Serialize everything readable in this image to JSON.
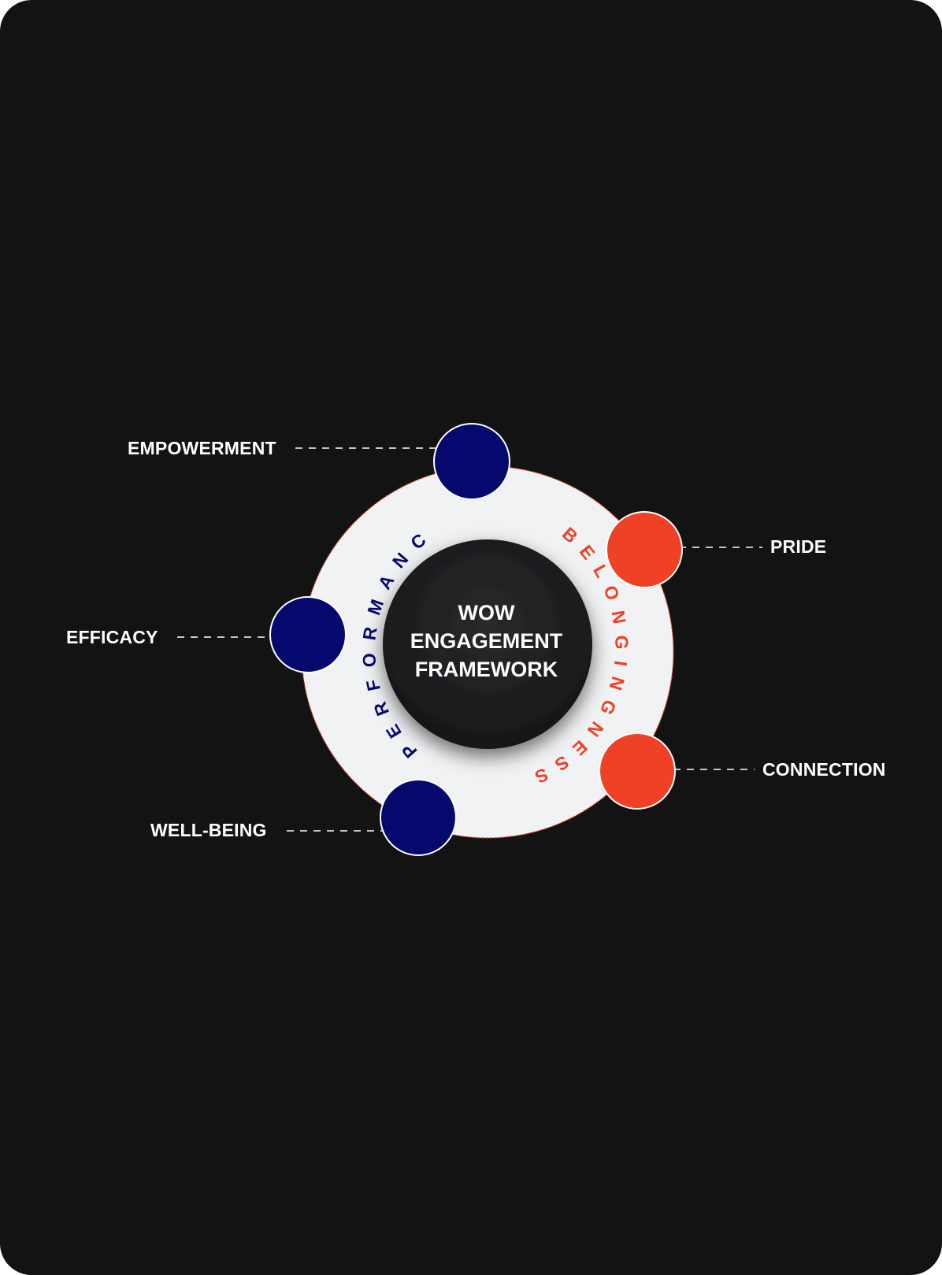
{
  "center": {
    "lines": [
      "WOW",
      "ENGAGEMENT",
      "FRAMEWORK"
    ]
  },
  "arcs": {
    "performance": "PERFORMANCE",
    "belongingness": "BELONGINGNESS"
  },
  "nodes": {
    "empowerment": "EMPOWERMENT",
    "efficacy": "EFFICACY",
    "well_being": "WELL-BEING",
    "pride": "PRIDE",
    "connection": "CONNECTION"
  },
  "colors": {
    "background": "#131313",
    "ring": "#f1f2f3",
    "navy": "#05096e",
    "orange": "#ee4126",
    "center": "#1e1e1f",
    "text": "#ffffff"
  }
}
